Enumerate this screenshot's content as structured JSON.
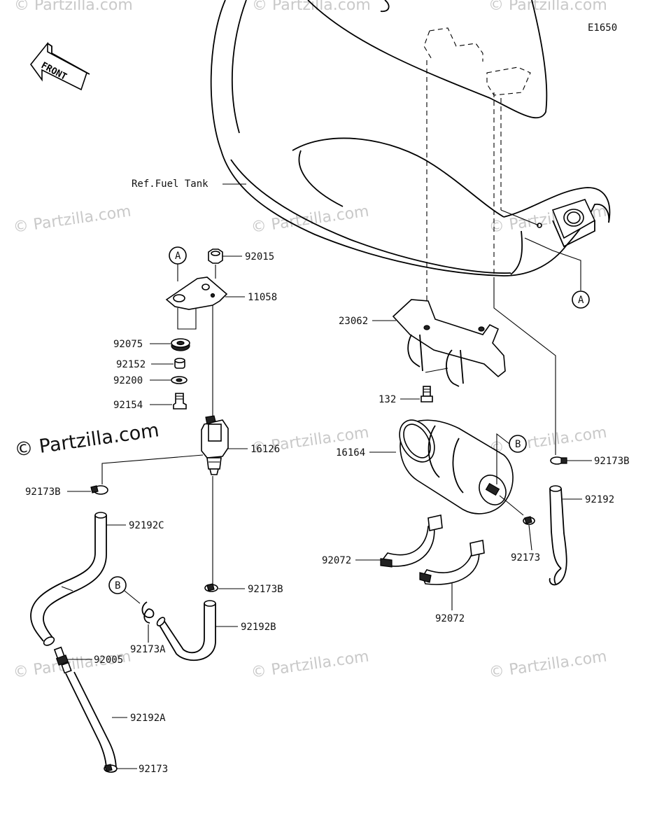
{
  "diagram": {
    "code": "E1650",
    "front_arrow": "FRONT",
    "ref_label": "Ref.Fuel Tank",
    "watermark": "© Partzilla.com",
    "callouts": [
      {
        "id": "A"
      },
      {
        "id": "B"
      }
    ],
    "part_labels": {
      "p92015": "92015",
      "p11058": "11058",
      "p92075": "92075",
      "p92152": "92152",
      "p92200": "92200",
      "p92154": "92154",
      "p16126": "16126",
      "p92173B_left": "92173B",
      "p92192C": "92192C",
      "p92173B_mid": "92173B",
      "p92173A": "92173A",
      "p92192B": "92192B",
      "p92005": "92005",
      "p92192A": "92192A",
      "p92173_bottom": "92173",
      "p23062": "23062",
      "p132": "132",
      "p16164": "16164",
      "p92173B_right": "92173B",
      "p92192": "92192",
      "p92173_right": "92173",
      "p92072_left": "92072",
      "p92072_bottom": "92072"
    }
  }
}
